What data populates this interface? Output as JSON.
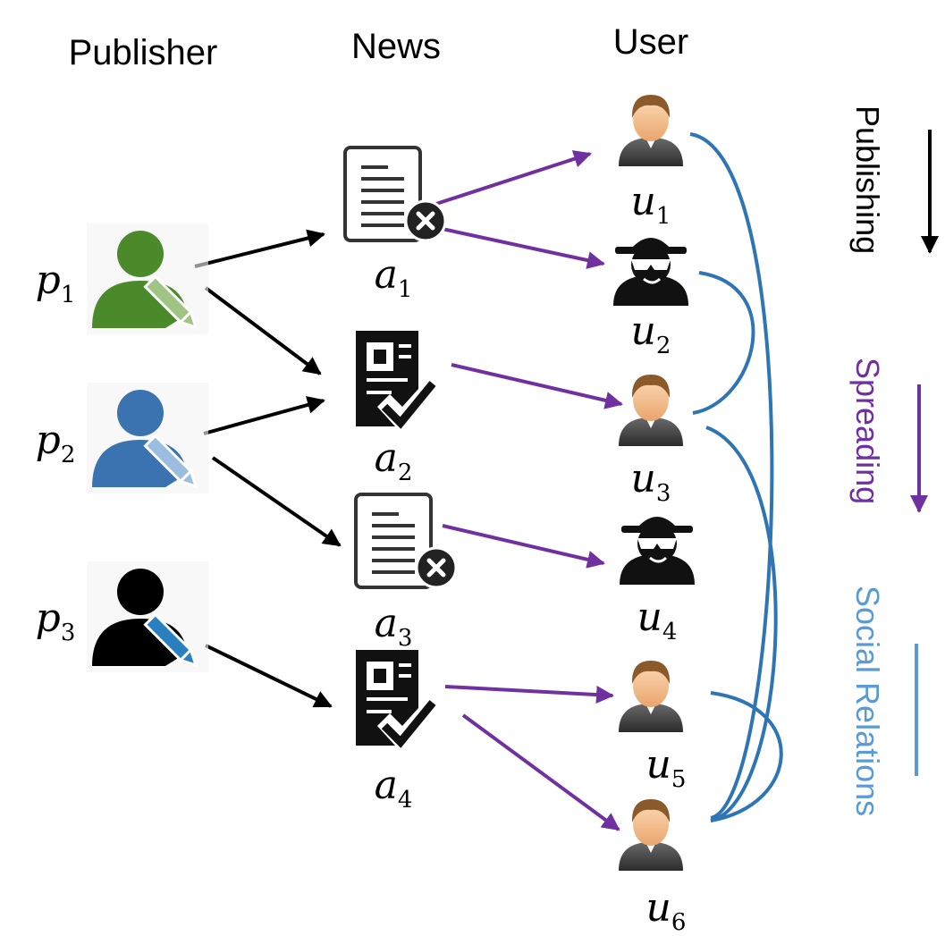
{
  "columns": {
    "publisher": "Publisher",
    "news": "News",
    "user": "User"
  },
  "publishers": [
    {
      "id": "p1",
      "base": "p",
      "sub": "1",
      "color": "#4b8a2b",
      "pen_color": "#9fc483"
    },
    {
      "id": "p2",
      "base": "p",
      "sub": "2",
      "color": "#3b73b0",
      "pen_color": "#9cbde0"
    },
    {
      "id": "p3",
      "base": "p",
      "sub": "3",
      "color": "#000000",
      "pen_color": "#2a7fc0"
    }
  ],
  "news": [
    {
      "id": "a1",
      "base": "a",
      "sub": "1",
      "kind": "fake"
    },
    {
      "id": "a2",
      "base": "a",
      "sub": "2",
      "kind": "true"
    },
    {
      "id": "a3",
      "base": "a",
      "sub": "3",
      "kind": "fake"
    },
    {
      "id": "a4",
      "base": "a",
      "sub": "4",
      "kind": "true"
    }
  ],
  "users": [
    {
      "id": "u1",
      "base": "u",
      "sub": "1",
      "kind": "normal"
    },
    {
      "id": "u2",
      "base": "u",
      "sub": "2",
      "kind": "spy"
    },
    {
      "id": "u3",
      "base": "u",
      "sub": "3",
      "kind": "normal"
    },
    {
      "id": "u4",
      "base": "u",
      "sub": "4",
      "kind": "spy"
    },
    {
      "id": "u5",
      "base": "u",
      "sub": "5",
      "kind": "normal"
    },
    {
      "id": "u6",
      "base": "u",
      "sub": "6",
      "kind": "normal"
    }
  ],
  "publishing_edges": [
    [
      "p1",
      "a1"
    ],
    [
      "p1",
      "a2"
    ],
    [
      "p2",
      "a2"
    ],
    [
      "p2",
      "a3"
    ],
    [
      "p3",
      "a4"
    ]
  ],
  "spreading_edges": [
    [
      "a1",
      "u1"
    ],
    [
      "a1",
      "u2"
    ],
    [
      "a2",
      "u3"
    ],
    [
      "a3",
      "u4"
    ],
    [
      "a4",
      "u5"
    ],
    [
      "a4",
      "u6"
    ]
  ],
  "social_edges": [
    [
      "u1",
      "u6"
    ],
    [
      "u2",
      "u3"
    ],
    [
      "u3",
      "u6"
    ],
    [
      "u5",
      "u6"
    ]
  ],
  "legend": [
    {
      "label": "Publishing",
      "color": "#000000"
    },
    {
      "label": "Spreading",
      "color": "#7030a0"
    },
    {
      "label": "Social Relations",
      "color": "#5b9bd5"
    }
  ],
  "colors": {
    "publishing": "#000000",
    "spreading": "#7030a0",
    "social": "#2e75b6"
  }
}
